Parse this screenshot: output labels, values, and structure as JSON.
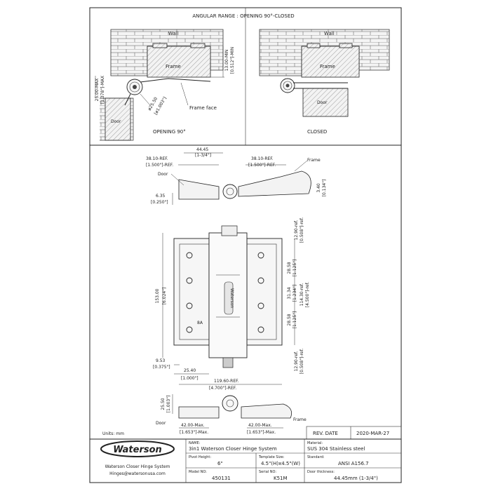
{
  "header": {
    "angular_range": "ANGULAR RANGE : OPENING 90°-CLOSED"
  },
  "top_left": {
    "wall": "Wall",
    "frame": "Frame",
    "door": "Door",
    "frame_face": "Frame face",
    "caption": "OPENING 90°",
    "dim_max_mm": "25.00-MAX",
    "dim_max_in": "[1.378\"]-MAX",
    "dim_min_mm": "13.00-MIN",
    "dim_min_in": "[0.512\"]-MIN",
    "dim_dia_mm": "ø25.50",
    "dim_dia_in": "[ø1.003\"]"
  },
  "top_right": {
    "wall": "Wall",
    "frame": "Frame",
    "door": "Door",
    "caption": "CLOSED"
  },
  "middle_top": {
    "d1_mm": "44.45",
    "d1_in": "[1-3/4\"]",
    "d2_mm": "38.10-REF.",
    "d2_in": "[1.500\"]-REF.",
    "d3_mm": "38.10-REF.",
    "d3_in": "[1.500\"]-REF.",
    "frame": "Frame",
    "door": "Door",
    "d4_mm": "6.35",
    "d4_in": "[0.250\"]",
    "d5_mm": "3.40",
    "d5_in": "[0.134\"]"
  },
  "front_view": {
    "h_total_mm": "153.00",
    "h_total_in": "[6.024\"]",
    "r1_mm": "12.90-ref.",
    "r1_in": "[0.508\"]-ref.",
    "r2_mm": "28.58",
    "r2_in": "[1.125\"]",
    "r3_mm": "31.34",
    "r3_in": "[1.234\"]",
    "r4_mm": "28.58",
    "r4_in": "[1.125\"]",
    "r5_mm": "114.30-ref.",
    "r5_in": "[4.500\"]-ref.",
    "r6_mm": "12.90-ref.",
    "r6_in": "[0.508\"]-ref.",
    "b1_mm": "9.53",
    "b1_in": "[0.375\"]",
    "b2_mm": "25.40",
    "b2_in": "[1.000\"]",
    "b3_mm": "119.60-REF.",
    "b3_in": "[4.700\"]-REF.",
    "stamp": "8A",
    "logo": "Waterson"
  },
  "bottom_view": {
    "h_mm": "25.50",
    "h_in": "[1.003\"]",
    "door": "Door",
    "frame": "Frame",
    "l_mm": "42.00-Max.",
    "l_in": "[1.653\"]-Max.",
    "r_mm": "42.00-Max.",
    "r_in": "[1.653\"]-Max."
  },
  "units": "Units: mm",
  "revision": {
    "label": "REV. DATE",
    "value": "2020-MAR-27"
  },
  "title_block": {
    "brand": "Waterson",
    "company_line": "Waterson Closer Hinge System",
    "email": "Hinges@watersonusa.com",
    "name_label": "NAME:",
    "name_value": "3in1 Waterson Closer Hinge System",
    "material_label": "Material:",
    "material_value": "SUS 304 Stainless steel",
    "pivot_label": "Pivot Height:",
    "pivot_value": "6\"",
    "template_label": "Template Size:",
    "template_value": "4.5\"(H)x4.5\"(W)",
    "standard_label": "Standard:",
    "standard_value": "ANSI A156.7",
    "model_label": "Model NO:",
    "model_value": "450131",
    "serial_label": "Serial NO:",
    "serial_value": "K51M",
    "thickness_label": "Door thickness:",
    "thickness_value": "44.45mm (1-3/4\")"
  }
}
